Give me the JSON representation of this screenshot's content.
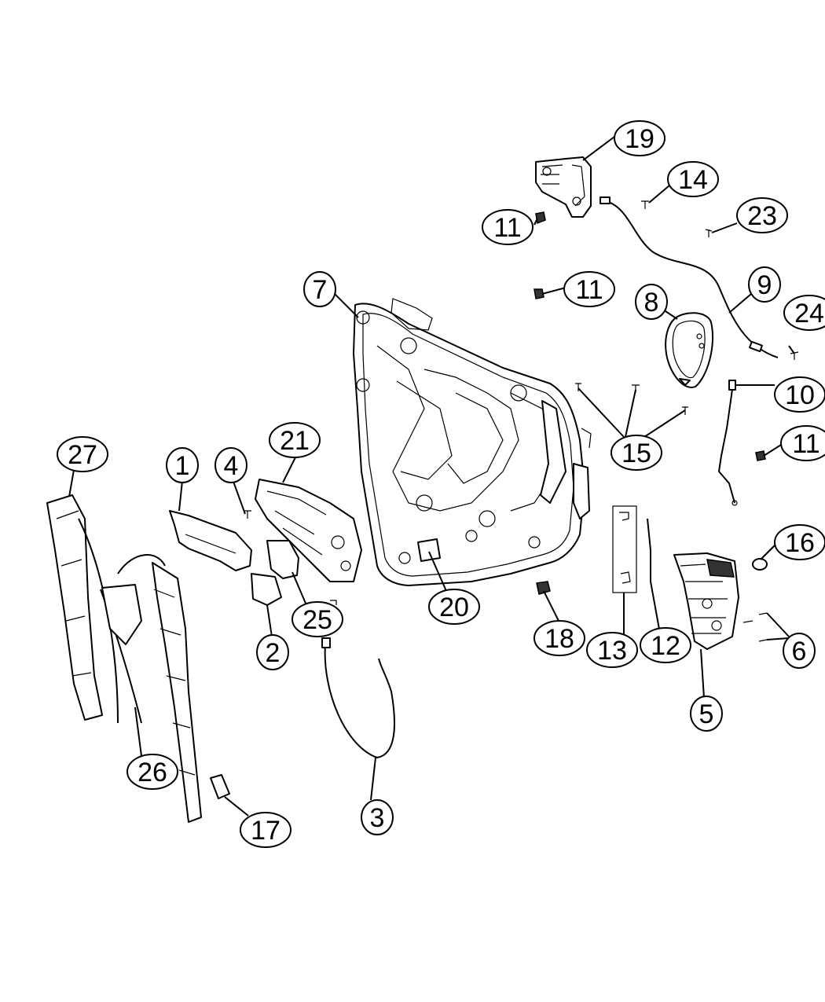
{
  "callouts": {
    "c1": "1",
    "c2": "2",
    "c3": "3",
    "c4": "4",
    "c5": "5",
    "c6": "6",
    "c7": "7",
    "c8": "8",
    "c9": "9",
    "c10": "10",
    "c11a": "11",
    "c11b": "11",
    "c11c": "11",
    "c12": "12",
    "c13": "13",
    "c14": "14",
    "c15": "15",
    "c16": "16",
    "c17": "17",
    "c18": "18",
    "c19": "19",
    "c20": "20",
    "c21": "21",
    "c23": "23",
    "c24": "24",
    "c25": "25",
    "c26": "26",
    "c27": "27"
  }
}
